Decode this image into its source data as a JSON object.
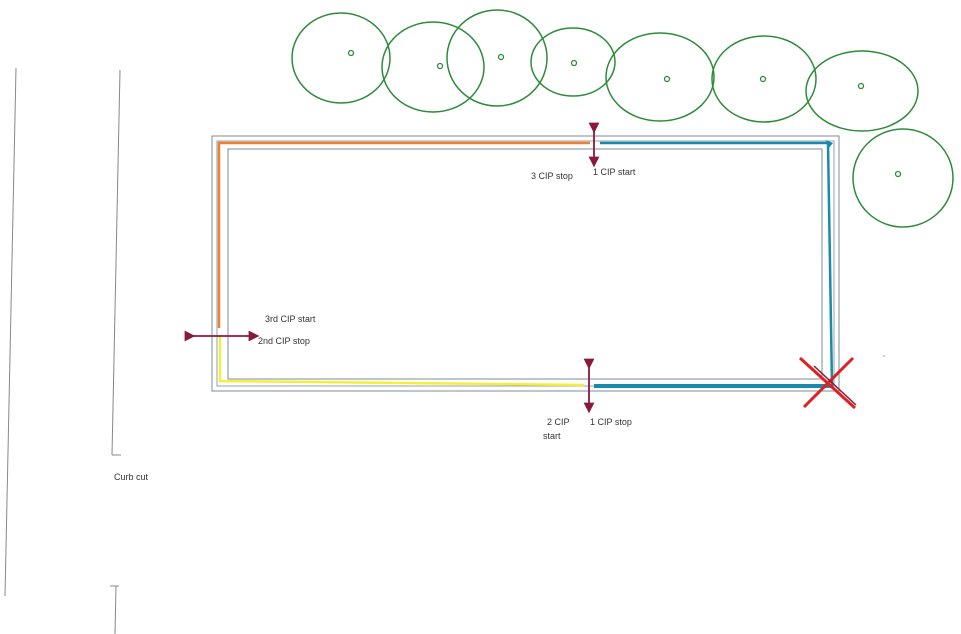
{
  "labels": {
    "cip3_stop": "3 CIP stop",
    "cip1_start": "1 CIP  start",
    "cip3rd_start": "3rd CIP start",
    "cip2nd_stop": "2nd CIP stop",
    "cip2_start_line1": "2 CIP",
    "cip2_start_line2": "start",
    "cip1_stop": "1 CIP stop",
    "curb_cut": "Curb cut"
  },
  "colors": {
    "tree": "#2e8b3a",
    "pour1": "#1a8aab",
    "pour2": "#f5ee3a",
    "pour3": "#f08030",
    "marker": "#8b1a3a",
    "cross": "#e02020",
    "outline": "#7a8c99",
    "curb": "#888888"
  },
  "trees": [
    {
      "name": "tree-1"
    },
    {
      "name": "tree-2"
    },
    {
      "name": "tree-3"
    },
    {
      "name": "tree-4"
    },
    {
      "name": "tree-5"
    },
    {
      "name": "tree-6"
    },
    {
      "name": "tree-7"
    },
    {
      "name": "tree-8"
    }
  ]
}
